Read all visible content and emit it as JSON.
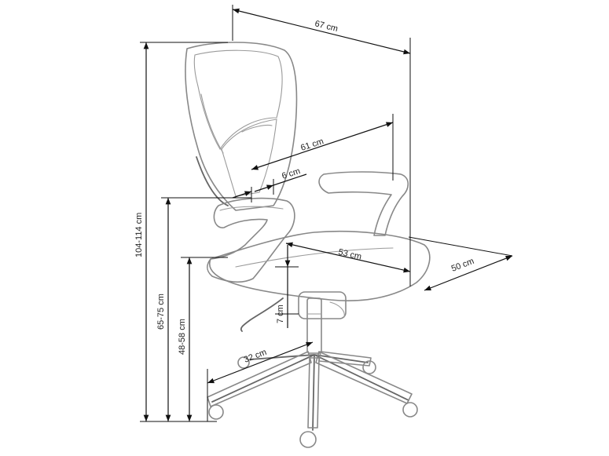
{
  "dimensions": {
    "total_depth": "67 cm",
    "seat_total_width": "61 cm",
    "armrest_gap": "6 cm",
    "seat_depth": "53 cm",
    "seat_width": "50 cm",
    "total_height": "104-114 cm",
    "armrest_height": "65-75 cm",
    "seat_height": "48-58 cm",
    "gas_lift_travel": "7 cm",
    "base_radius": "32 cm"
  }
}
